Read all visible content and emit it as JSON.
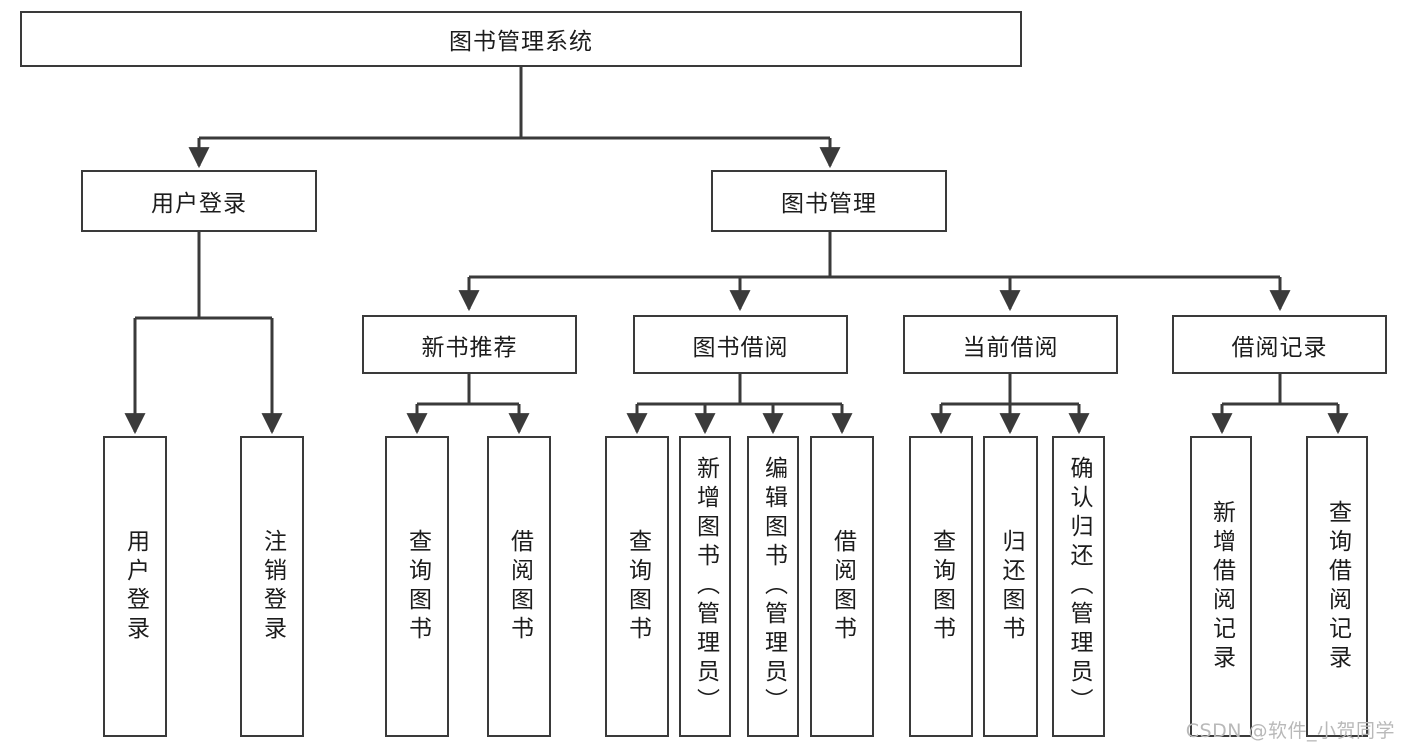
{
  "diagram": {
    "title": "图书管理系统",
    "watermark": "CSDN @软件_小贺同学",
    "colors": {
      "background": "#ffffff",
      "node_fill": "#ffffff",
      "node_border": "#3a3a3a",
      "edge": "#3a3a3a",
      "text": "#1c1c1c",
      "watermark": "#b9b9b9"
    },
    "root": {
      "label": "图书管理系统"
    },
    "level2": [
      {
        "label": "用户登录"
      },
      {
        "label": "图书管理"
      }
    ],
    "level3": [
      {
        "label": "新书推荐"
      },
      {
        "label": "图书借阅"
      },
      {
        "label": "当前借阅"
      },
      {
        "label": "借阅记录"
      }
    ],
    "leaves": {
      "user_login": [
        {
          "label": "用户登录"
        },
        {
          "label": "注销登录"
        }
      ],
      "new_book_recommend": [
        {
          "label": "查询图书"
        },
        {
          "label": "借阅图书"
        }
      ],
      "book_borrow": [
        {
          "label": "查询图书"
        },
        {
          "label": "新增图书（管理员）"
        },
        {
          "label": "编辑图书（管理员）"
        },
        {
          "label": "借阅图书"
        }
      ],
      "current_borrow": [
        {
          "label": "查询图书"
        },
        {
          "label": "归还图书"
        },
        {
          "label": "确认归还（管理员）"
        }
      ],
      "borrow_record": [
        {
          "label": "新增借阅记录"
        },
        {
          "label": "查询借阅记录"
        }
      ]
    }
  }
}
